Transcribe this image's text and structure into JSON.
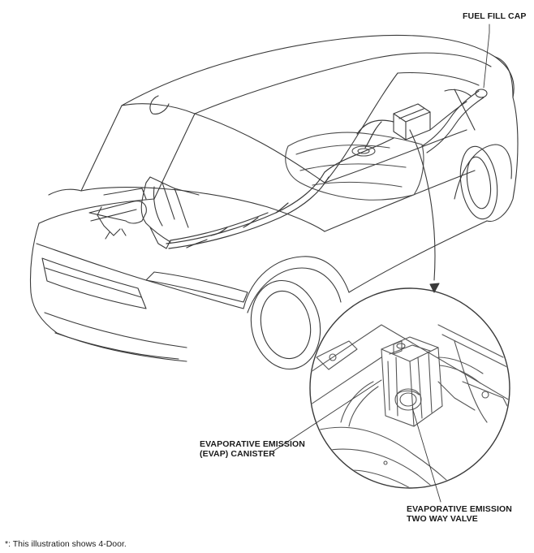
{
  "labels": {
    "fuel_fill_cap": "FUEL FILL CAP",
    "evap_canister_line1": "EVAPORATIVE EMISSION",
    "evap_canister_line2": "(EVAP) CANISTER",
    "two_way_valve_line1": "EVAPORATIVE EMISSION",
    "two_way_valve_line2": "TWO WAY VALVE"
  },
  "footnote": "*: This illustration shows 4-Door.",
  "colors": {
    "line": "#3a3a3a",
    "light_line": "#9a9a9a",
    "background": "#ffffff"
  }
}
